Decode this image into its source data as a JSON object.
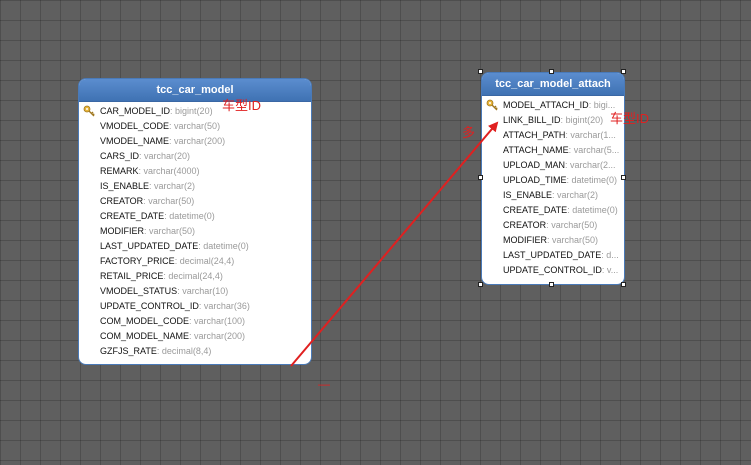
{
  "tables": [
    {
      "id": "t1",
      "title": "tcc_car_model",
      "fields": [
        {
          "name": "CAR_MODEL_ID",
          "type": "bigint(20)",
          "key": true
        },
        {
          "name": "VMODEL_CODE",
          "type": "varchar(50)"
        },
        {
          "name": "VMODEL_NAME",
          "type": "varchar(200)"
        },
        {
          "name": "CARS_ID",
          "type": "varchar(20)"
        },
        {
          "name": "REMARK",
          "type": "varchar(4000)"
        },
        {
          "name": "IS_ENABLE",
          "type": "varchar(2)"
        },
        {
          "name": "CREATOR",
          "type": "varchar(50)"
        },
        {
          "name": "CREATE_DATE",
          "type": "datetime(0)"
        },
        {
          "name": "MODIFIER",
          "type": "varchar(50)"
        },
        {
          "name": "LAST_UPDATED_DATE",
          "type": "datetime(0)"
        },
        {
          "name": "FACTORY_PRICE",
          "type": "decimal(24,4)"
        },
        {
          "name": "RETAIL_PRICE",
          "type": "decimal(24,4)"
        },
        {
          "name": "VMODEL_STATUS",
          "type": "varchar(10)"
        },
        {
          "name": "UPDATE_CONTROL_ID",
          "type": "varchar(36)"
        },
        {
          "name": "COM_MODEL_CODE",
          "type": "varchar(100)"
        },
        {
          "name": "COM_MODEL_NAME",
          "type": "varchar(200)"
        },
        {
          "name": "GZFJS_RATE",
          "type": "decimal(8,4)"
        }
      ]
    },
    {
      "id": "t2",
      "title": "tcc_car_model_attach",
      "fields": [
        {
          "name": "MODEL_ATTACH_ID",
          "type": "bigi...",
          "key": true
        },
        {
          "name": "LINK_BILL_ID",
          "type": "bigint(20)"
        },
        {
          "name": "ATTACH_PATH",
          "type": "varchar(1..."
        },
        {
          "name": "ATTACH_NAME",
          "type": "varchar(5..."
        },
        {
          "name": "UPLOAD_MAN",
          "type": "varchar(2..."
        },
        {
          "name": "UPLOAD_TIME",
          "type": "datetime(0)"
        },
        {
          "name": "IS_ENABLE",
          "type": "varchar(2)"
        },
        {
          "name": "CREATE_DATE",
          "type": "datetime(0)"
        },
        {
          "name": "CREATOR",
          "type": "varchar(50)"
        },
        {
          "name": "MODIFIER",
          "type": "varchar(50)"
        },
        {
          "name": "LAST_UPDATED_DATE",
          "type": "d..."
        },
        {
          "name": "UPDATE_CONTROL_ID",
          "type": "v..."
        }
      ]
    }
  ],
  "annotations": {
    "t1_key_label": "车型ID",
    "t2_link_label": "车型ID",
    "many_label": "多",
    "one_label": "—"
  },
  "colors": {
    "header": "#4a7ab8",
    "annotation": "#e02020",
    "canvas": "#5f5f5f"
  },
  "icons": {
    "primary_key": "key-icon"
  }
}
